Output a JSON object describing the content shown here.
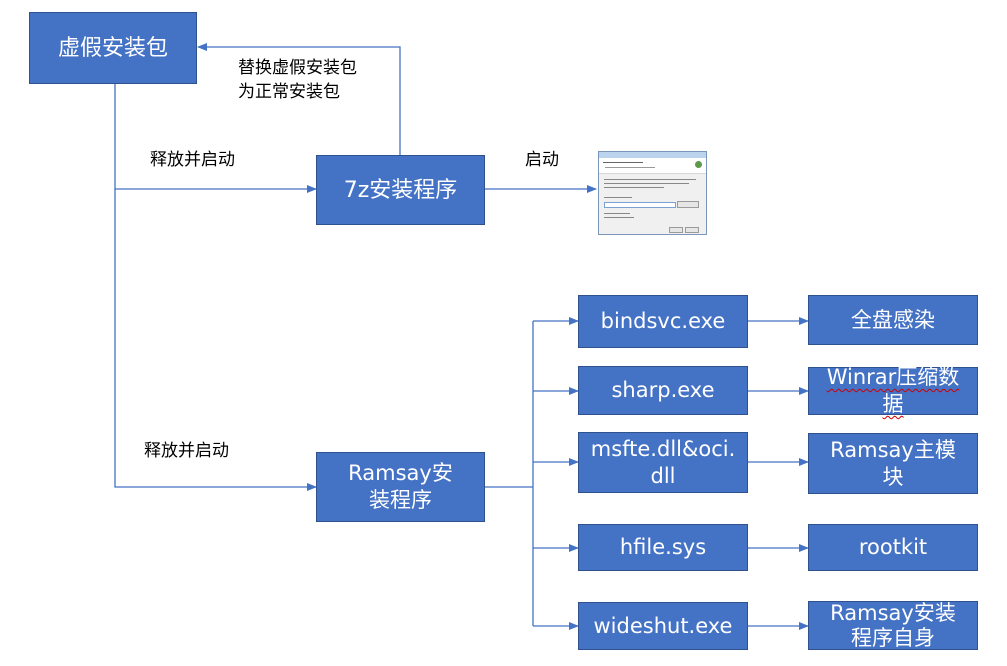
{
  "nodes": {
    "fake_installer": "虚假安装包",
    "sevenzip_installer": "7z安装程序",
    "ramsay_installer": "Ramsay安装程序",
    "bindsvc": "bindsvc.exe",
    "sharp": "sharp.exe",
    "msfte": "msfte.dll&oci.dll",
    "hfile": "hfile.sys",
    "wideshut": "wideshut.exe",
    "full_infection": "全盘感染",
    "winrar": "Winrar压缩数据",
    "ramsay_main": "Ramsay主模块",
    "rootkit": "rootkit",
    "ramsay_self": "Ramsay安装程序自身"
  },
  "edge_labels": {
    "replace_line1": "替换虚假安装包",
    "replace_line2": "为正常安装包",
    "release_start_1": "释放并启动",
    "release_start_2": "释放并启动",
    "launch": "启动"
  },
  "colors": {
    "box_fill": "#4472c4",
    "box_border": "#2f528f",
    "connector": "#4472c4"
  }
}
